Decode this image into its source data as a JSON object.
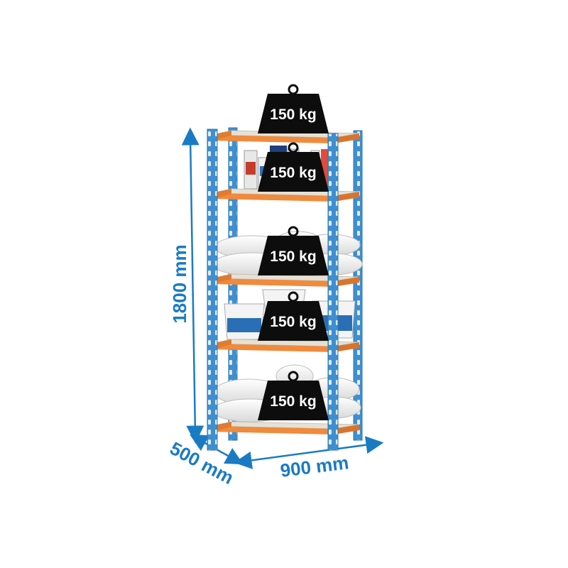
{
  "dimensions": {
    "height": "1800 mm",
    "depth": "500 mm",
    "width": "900 mm"
  },
  "shelves": [
    {
      "load": "150 kg"
    },
    {
      "load": "150 kg"
    },
    {
      "load": "150 kg"
    },
    {
      "load": "150 kg"
    },
    {
      "load": "150 kg"
    }
  ],
  "colors": {
    "upright": "#3f8fd0",
    "shelf": "#f08a3c",
    "dimension": "#1a7bc4",
    "weight": "#0d0d0d"
  },
  "icons": [
    "weight-icon",
    "dimension-arrow-icon",
    "pillow-icon",
    "bucket-icon",
    "bottle-icon"
  ]
}
